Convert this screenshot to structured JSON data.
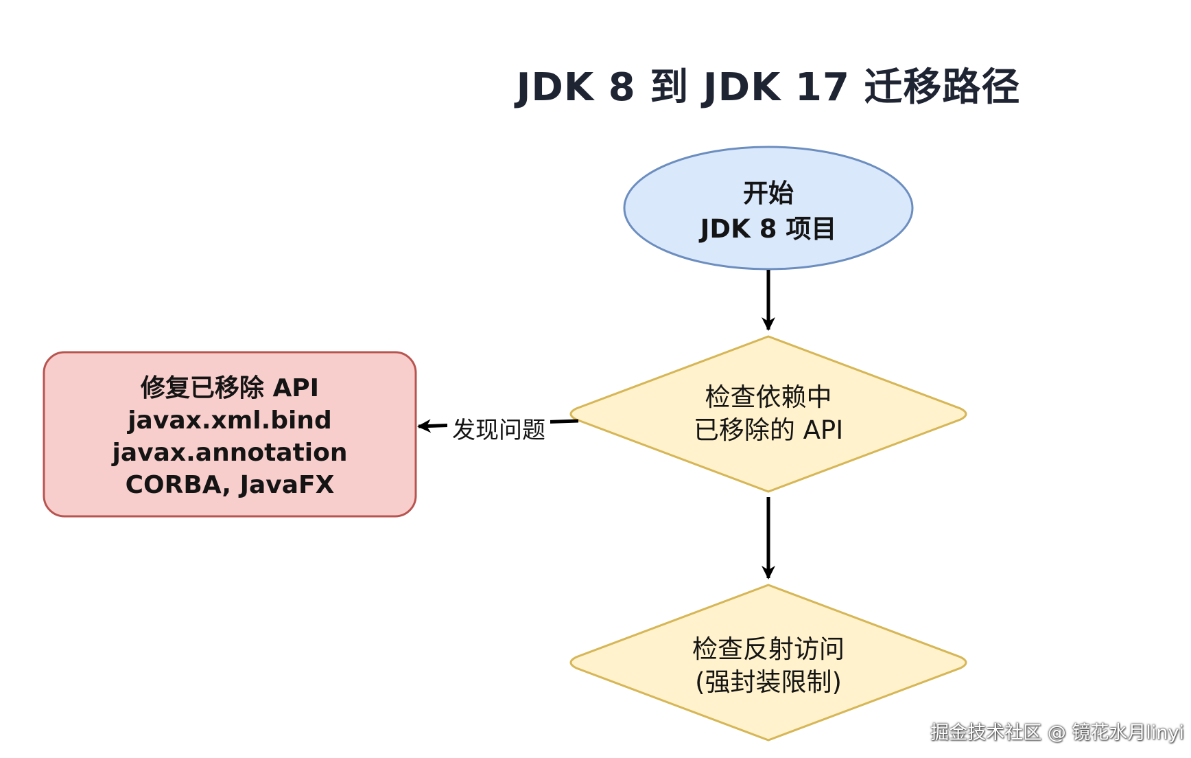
{
  "title": "JDK 8 到 JDK 17 迁移路径",
  "nodes": {
    "start": {
      "line1": "开始",
      "line2": "JDK 8 项目"
    },
    "check_removed_api": {
      "line1": "检查依赖中",
      "line2": "已移除的 API"
    },
    "fix_removed_api": {
      "line1": "修复已移除 API",
      "line2": "javax.xml.bind",
      "line3": "javax.annotation",
      "line4": "CORBA, JavaFX"
    },
    "check_reflection": {
      "line1": "检查反射访问",
      "line2": "(强封装限制)"
    }
  },
  "edges": {
    "found_issue_label": "发现问题"
  },
  "watermark": "掘金技术社区 @ 镜花水月linyi",
  "colors": {
    "start_fill": "#dae8fc",
    "start_stroke": "#6c8ebf",
    "decision_fill": "#fff2cc",
    "decision_stroke": "#d6b656",
    "fix_fill": "#f8cecc",
    "fix_stroke": "#b85450",
    "arrow": "#000000"
  }
}
